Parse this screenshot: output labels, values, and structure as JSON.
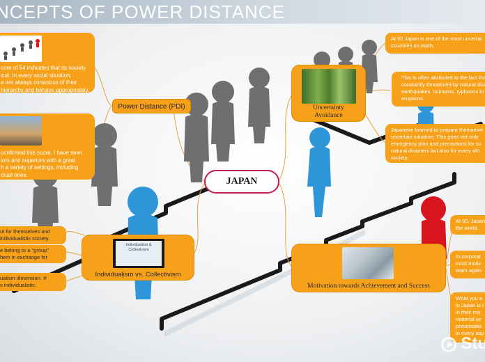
{
  "header": {
    "title": "NCEPTS OF POWER DISTANCE"
  },
  "center": {
    "label": "JAPAN"
  },
  "power_distance": {
    "label": "Power Distance (PDI)",
    "box1_lines": [
      "core of 54 indicates that its society",
      "ical. In every social situation,",
      "e are always conscious of their",
      "hierarchy and behave appropriately."
    ],
    "box2_lines": [
      "confirmed this score. I have seen",
      "iors and superiors with a great",
      "h a variety of settings, including",
      "ctual ones."
    ]
  },
  "individualism": {
    "label": "Individualism vs. Collectivism",
    "thumb_label": "Individualism & Collectivism",
    "notes": [
      [
        "ut for themselves and",
        "individualistic society."
      ],
      [
        "e belong to a \"group\"",
        "hem in exchange for"
      ],
      [
        "ualism dimension. It",
        "s individualistic."
      ]
    ]
  },
  "uncertainty": {
    "label_lines": [
      "Uncertainty",
      "Avoidance"
    ],
    "notes": [
      [
        "At 92 Japan is one of the most uncertai",
        "countries on earth."
      ],
      [
        "This is often attributed to the fact tha",
        "constantly threatened by natural disa",
        "earthquakes, tsunamis, typhoons to vo",
        "eruptions."
      ],
      [
        "Japanese learned to prepare themselve",
        "uncertain situation. This goes not only",
        "emergency plan and precautions for su",
        "natural disasters but also for every oth",
        "society."
      ]
    ]
  },
  "motivation": {
    "label": "Motivation towards Achievement and Success",
    "notes": [
      [
        "At 95, Japan",
        "the world."
      ],
      [
        "In corporat",
        "most motiv",
        "team again"
      ],
      [
        "What you a",
        "in Japan is t",
        "in their ma",
        "material se",
        "presentatio",
        "in every asp"
      ]
    ]
  },
  "watermark": {
    "text": "Stu"
  },
  "colors": {
    "accent": "#f7a11a",
    "japan_border": "#c21d4a",
    "figure_gray": "#6b6b6b",
    "figure_blue": "#2e95d8",
    "figure_red": "#d8141e"
  }
}
